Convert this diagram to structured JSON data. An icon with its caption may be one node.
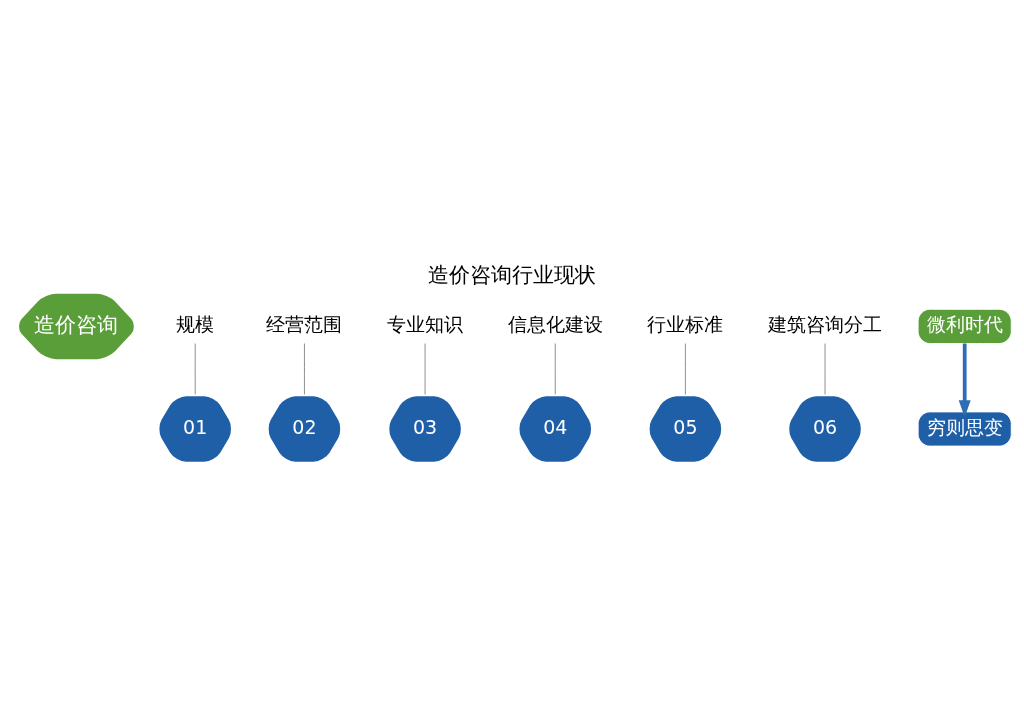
{
  "diagram": {
    "title": "造价咨询行业现状",
    "nodes": [
      {
        "text": [
          "造价咨询"
        ]
      },
      {
        "text": [
          "01"
        ]
      },
      {
        "text": [
          "02"
        ]
      },
      {
        "text": [
          "03"
        ]
      },
      {
        "text": [
          "04"
        ]
      },
      {
        "text": [
          "05"
        ]
      },
      {
        "text": [
          "06"
        ]
      },
      {
        "text": [
          "规模"
        ]
      },
      {
        "text": [
          "经营范围"
        ]
      },
      {
        "text": [
          "专业知识"
        ]
      },
      {
        "text": [
          "信息化建设"
        ]
      },
      {
        "text": [
          "行业标准"
        ]
      },
      {
        "text": [
          "建筑咨询分工"
        ]
      },
      {
        "text": [
          "微利时代"
        ]
      },
      {
        "text": [
          "穷则思变"
        ]
      }
    ],
    "edges": [
      {
        "from": 7,
        "to": 1,
        "arrow": "none"
      },
      {
        "from": 8,
        "to": 2,
        "arrow": "none"
      },
      {
        "from": 9,
        "to": 3,
        "arrow": "none"
      },
      {
        "from": 10,
        "to": 4,
        "arrow": "none"
      },
      {
        "from": 11,
        "to": 5,
        "arrow": "none"
      },
      {
        "from": 12,
        "to": 6,
        "arrow": "none"
      },
      {
        "from": 13,
        "to": 14,
        "arrow": "to",
        "style": "thick",
        "color": "#2e6db4"
      }
    ]
  }
}
